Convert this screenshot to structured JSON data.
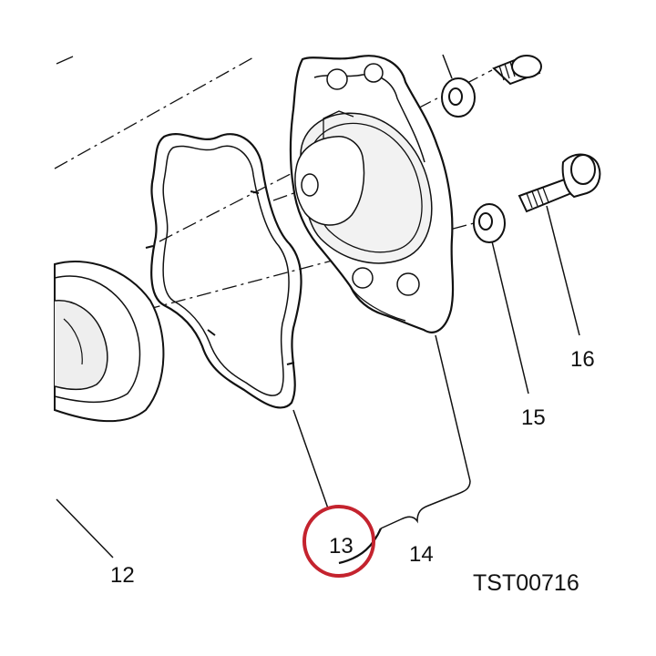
{
  "colors": {
    "line": "#111111",
    "highlight": "#c4232e",
    "background": "#ffffff",
    "shade": "#d9d9d9"
  },
  "callouts": {
    "c12": "12",
    "c13": "13",
    "c14": "14",
    "c15": "15",
    "c16": "16"
  },
  "reference_code": "TST00716"
}
